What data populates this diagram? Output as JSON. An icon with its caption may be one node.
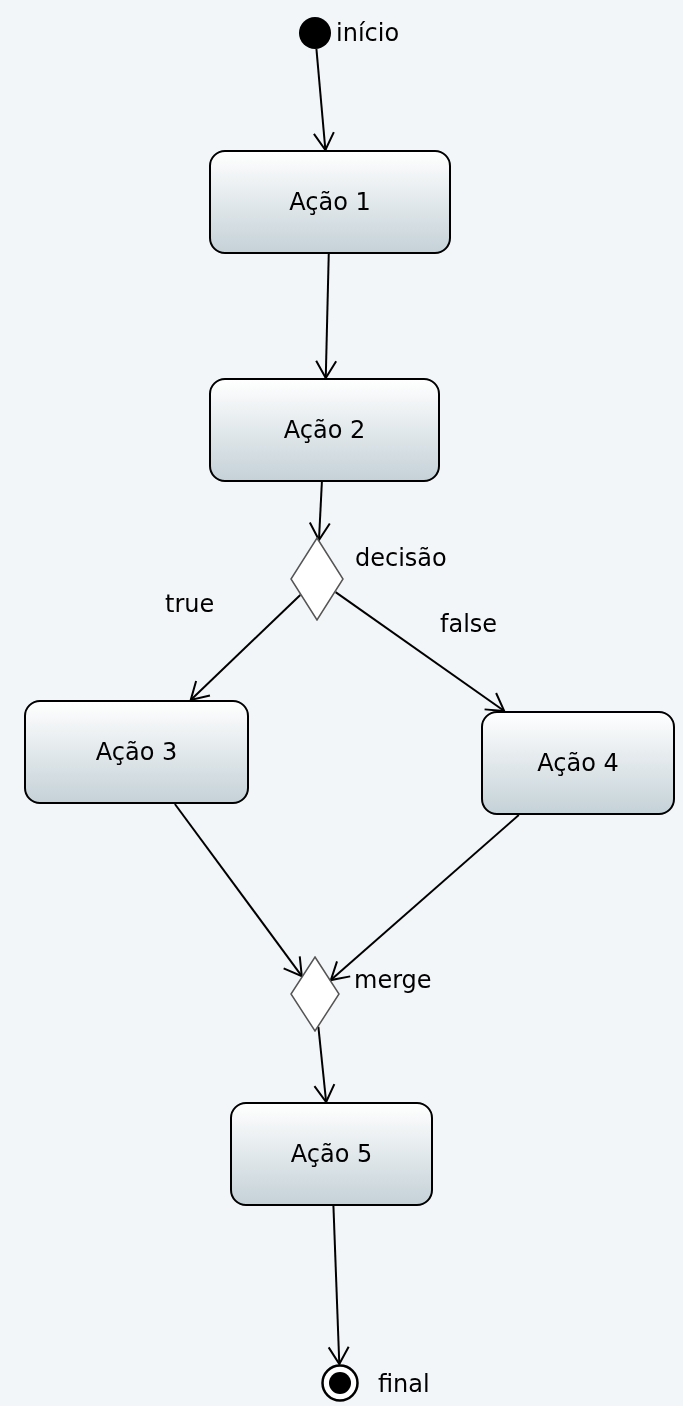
{
  "diagram": {
    "nodes": [
      {
        "text": [],
        "shape": "circle",
        "beside": [
          "início"
        ]
      },
      {
        "text": [
          "Ação 1"
        ]
      },
      {
        "text": [
          "Ação 2"
        ]
      },
      {
        "text": [],
        "shape": "diamond",
        "beside": [
          "decisão"
        ]
      },
      {
        "text": [
          "Ação 3"
        ]
      },
      {
        "text": [
          "Ação 4"
        ]
      },
      {
        "text": [],
        "shape": "diamond",
        "beside": [
          "merge"
        ]
      },
      {
        "text": [
          "Ação 5"
        ]
      },
      {
        "text": [],
        "shape": "circle",
        "beside": [
          "final"
        ]
      }
    ],
    "edges": [
      {
        "from": 0,
        "to": 1,
        "arrow": "to"
      },
      {
        "from": 1,
        "to": 2,
        "arrow": "to"
      },
      {
        "from": 2,
        "to": 3,
        "arrow": "to"
      },
      {
        "from": 3,
        "to": 4,
        "arrow": "to",
        "label": "true"
      },
      {
        "from": 3,
        "to": 5,
        "arrow": "to",
        "label": "false"
      },
      {
        "from": 4,
        "to": 6,
        "arrow": "to"
      },
      {
        "from": 5,
        "to": 6,
        "arrow": "to"
      },
      {
        "from": 6,
        "to": 7,
        "arrow": "to"
      },
      {
        "from": 7,
        "to": 8,
        "arrow": "to"
      }
    ]
  }
}
